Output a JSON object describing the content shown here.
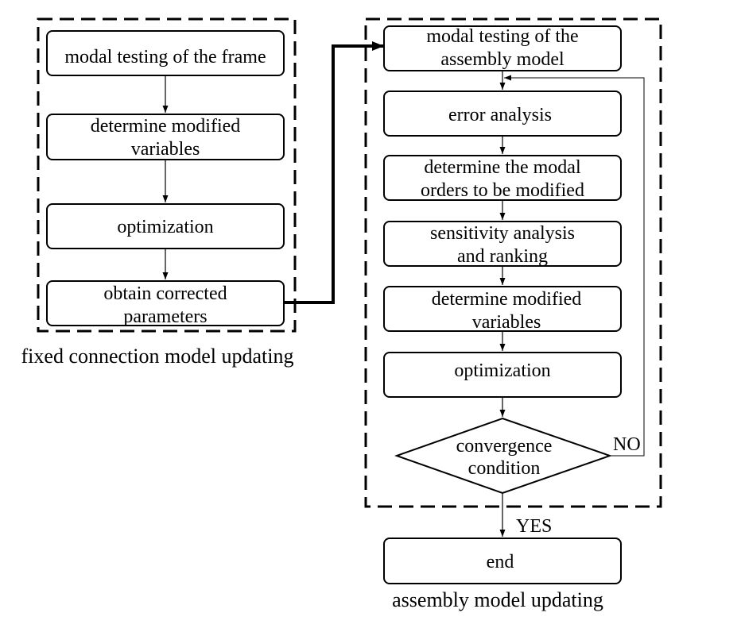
{
  "left_panel": {
    "caption": "fixed connection model updating",
    "steps": [
      {
        "lines": [
          "modal testing of the frame"
        ]
      },
      {
        "lines": [
          "determine modified",
          "variables"
        ]
      },
      {
        "lines": [
          "optimization"
        ]
      },
      {
        "lines": [
          "obtain corrected",
          "parameters"
        ]
      }
    ]
  },
  "right_panel": {
    "caption": "assembly model updating",
    "steps": [
      {
        "lines": [
          "modal testing of the",
          "assembly model"
        ]
      },
      {
        "lines": [
          "error analysis"
        ]
      },
      {
        "lines": [
          "determine the modal",
          "orders to be modified"
        ]
      },
      {
        "lines": [
          "sensitivity analysis",
          "and ranking"
        ]
      },
      {
        "lines": [
          "determine modified",
          "variables"
        ]
      },
      {
        "lines": [
          "optimization"
        ]
      }
    ],
    "decision": {
      "lines": [
        "convergence",
        "condition"
      ]
    },
    "no_label": "NO",
    "yes_label": "YES",
    "end_label": "end"
  }
}
